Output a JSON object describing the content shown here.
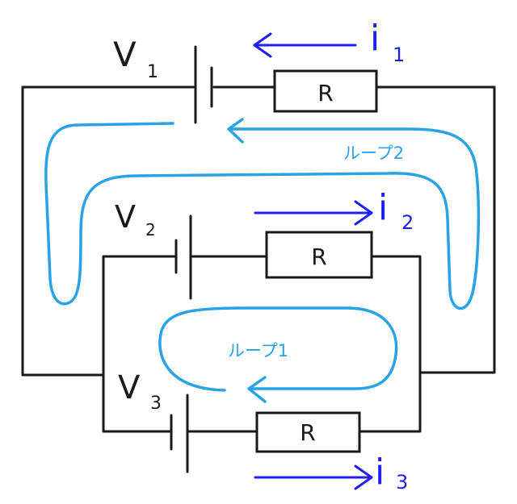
{
  "diagram": {
    "voltages": [
      {
        "main": "V",
        "sub": "1"
      },
      {
        "main": "V",
        "sub": "2"
      },
      {
        "main": "V",
        "sub": "3"
      }
    ],
    "resistor_label": "R",
    "currents": [
      {
        "main": "i",
        "sub": "1"
      },
      {
        "main": "i",
        "sub": "2"
      },
      {
        "main": "i",
        "sub": "3"
      }
    ],
    "loop1_label": "ループ1",
    "loop2_label": "ループ2",
    "colors": {
      "circuit": "#1a1a1a",
      "current_arrow": "#1f1ff0",
      "loop": "#29a3e6"
    }
  }
}
